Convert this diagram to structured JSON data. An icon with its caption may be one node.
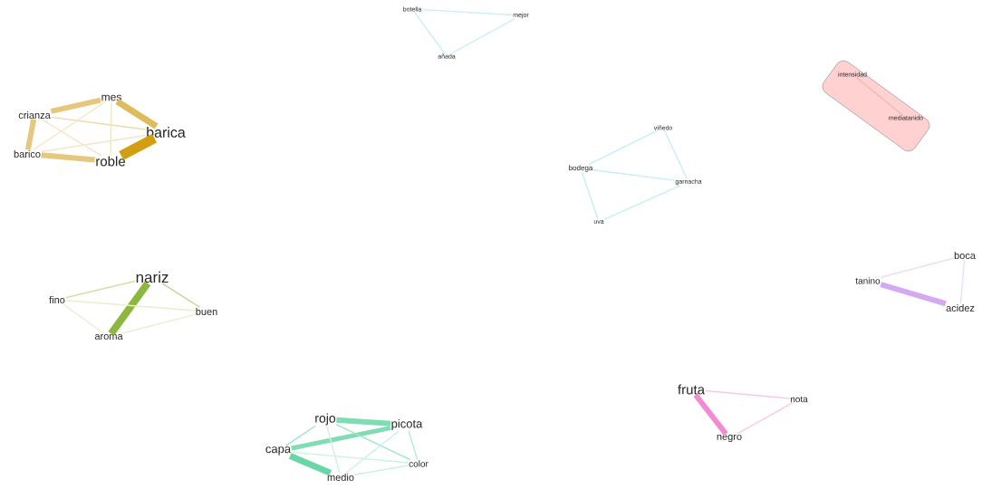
{
  "diagram": {
    "nodes": [
      {
        "text": [
          "botella"
        ]
      },
      {
        "text": [
          "mejor"
        ]
      },
      {
        "text": [
          "añada"
        ]
      },
      {
        "text": [
          "crianza"
        ]
      },
      {
        "text": [
          "mes"
        ]
      },
      {
        "text": [
          "barica"
        ]
      },
      {
        "text": [
          "barico"
        ]
      },
      {
        "text": [
          "roble"
        ]
      },
      {
        "text": [],
        "shape": "box"
      },
      {
        "text": [
          "intensidad"
        ],
        "in": 8
      },
      {
        "text": [
          "mediatanido"
        ],
        "in": 8
      },
      {
        "text": [
          "viñedo"
        ]
      },
      {
        "text": [
          "bodega"
        ]
      },
      {
        "text": [
          "garnacha"
        ]
      },
      {
        "text": [
          "uva"
        ]
      },
      {
        "text": [
          "nariz"
        ]
      },
      {
        "text": [
          "fino"
        ]
      },
      {
        "text": [
          "buen"
        ]
      },
      {
        "text": [
          "aroma"
        ]
      },
      {
        "text": [
          "tanino"
        ]
      },
      {
        "text": [
          "boca"
        ]
      },
      {
        "text": [
          "acidez"
        ]
      },
      {
        "text": [
          "fruta"
        ]
      },
      {
        "text": [
          "nota"
        ]
      },
      {
        "text": [
          "negro"
        ]
      },
      {
        "text": [
          "rojo"
        ]
      },
      {
        "text": [
          "picota"
        ]
      },
      {
        "text": [
          "capa"
        ]
      },
      {
        "text": [
          "color"
        ]
      },
      {
        "text": [
          "medio"
        ]
      }
    ],
    "edges": [
      {
        "from": 0,
        "to": 1,
        "arrow": "none",
        "color": "#cdeef6"
      },
      {
        "from": 0,
        "to": 2,
        "arrow": "none",
        "color": "#cdeef6"
      },
      {
        "from": 2,
        "to": 1,
        "arrow": "none",
        "color": "#cdeef6"
      },
      {
        "from": 3,
        "to": 4,
        "arrow": "none",
        "style": "thick",
        "color": "#e6c77e"
      },
      {
        "from": 4,
        "to": 5,
        "arrow": "none",
        "style": "thick",
        "color": "#e0bb5e"
      },
      {
        "from": 5,
        "to": 7,
        "arrow": "none",
        "style": "thick",
        "color": "#d39f12"
      },
      {
        "from": 7,
        "to": 6,
        "arrow": "none",
        "style": "thick",
        "color": "#e6c77e"
      },
      {
        "from": 6,
        "to": 3,
        "arrow": "none",
        "style": "thick",
        "color": "#e6c77e"
      },
      {
        "from": 3,
        "to": 5,
        "arrow": "none",
        "color": "#eed9a6"
      },
      {
        "from": 3,
        "to": 7,
        "arrow": "none",
        "color": "#f3e6c6"
      },
      {
        "from": 4,
        "to": 6,
        "arrow": "none",
        "color": "#f3e6c6"
      },
      {
        "from": 4,
        "to": 7,
        "arrow": "none",
        "color": "#f3e6c6"
      },
      {
        "from": 6,
        "to": 5,
        "arrow": "none",
        "color": "#f3e6c6"
      },
      {
        "from": 9,
        "to": 10,
        "arrow": "none",
        "color": "#f0b8b8"
      },
      {
        "from": 12,
        "to": 11,
        "arrow": "none",
        "color": "#c6eef2"
      },
      {
        "from": 11,
        "to": 13,
        "arrow": "none",
        "color": "#c6eef2"
      },
      {
        "from": 12,
        "to": 13,
        "arrow": "none",
        "color": "#c6eef2"
      },
      {
        "from": 12,
        "to": 14,
        "arrow": "none",
        "color": "#c6eef2"
      },
      {
        "from": 14,
        "to": 13,
        "arrow": "none",
        "color": "#c6eef2"
      },
      {
        "from": 15,
        "to": 18,
        "arrow": "none",
        "style": "thick",
        "color": "#8db83f"
      },
      {
        "from": 15,
        "to": 16,
        "arrow": "none",
        "color": "#cfe1a8"
      },
      {
        "from": 15,
        "to": 17,
        "arrow": "none",
        "color": "#bcd78a"
      },
      {
        "from": 16,
        "to": 18,
        "arrow": "none",
        "color": "#e6efd2"
      },
      {
        "from": 16,
        "to": 17,
        "arrow": "none",
        "color": "#e6efd2"
      },
      {
        "from": 18,
        "to": 17,
        "arrow": "none",
        "color": "#e6efd2"
      },
      {
        "from": 19,
        "to": 21,
        "arrow": "none",
        "style": "thick",
        "color": "#d3aaf2"
      },
      {
        "from": 19,
        "to": 20,
        "arrow": "none",
        "color": "#ecdcfa"
      },
      {
        "from": 20,
        "to": 21,
        "arrow": "none",
        "color": "#ecdcfa"
      },
      {
        "from": 22,
        "to": 24,
        "arrow": "none",
        "style": "thick",
        "color": "#f48ad4"
      },
      {
        "from": 22,
        "to": 23,
        "arrow": "none",
        "color": "#f9c8e8"
      },
      {
        "from": 23,
        "to": 24,
        "arrow": "none",
        "color": "#f9c8e8"
      },
      {
        "from": 25,
        "to": 26,
        "arrow": "none",
        "style": "thick",
        "color": "#7fdcb3"
      },
      {
        "from": 27,
        "to": 26,
        "arrow": "none",
        "style": "thick",
        "color": "#7fdcb3"
      },
      {
        "from": 27,
        "to": 25,
        "arrow": "none",
        "color": "#9ee5c5"
      },
      {
        "from": 27,
        "to": 29,
        "arrow": "none",
        "style": "thick",
        "color": "#6ad6a6"
      },
      {
        "from": 25,
        "to": 28,
        "arrow": "none",
        "color": "#9ee5c5"
      },
      {
        "from": 26,
        "to": 28,
        "arrow": "none",
        "color": "#b3ebd2"
      },
      {
        "from": 27,
        "to": 28,
        "arrow": "none",
        "color": "#ccf2e0"
      },
      {
        "from": 25,
        "to": 29,
        "arrow": "none",
        "color": "#ccf2e0"
      },
      {
        "from": 26,
        "to": 29,
        "arrow": "none",
        "color": "#ccf2e0"
      },
      {
        "from": 29,
        "to": 28,
        "arrow": "none",
        "color": "#ccf2e0"
      }
    ]
  }
}
